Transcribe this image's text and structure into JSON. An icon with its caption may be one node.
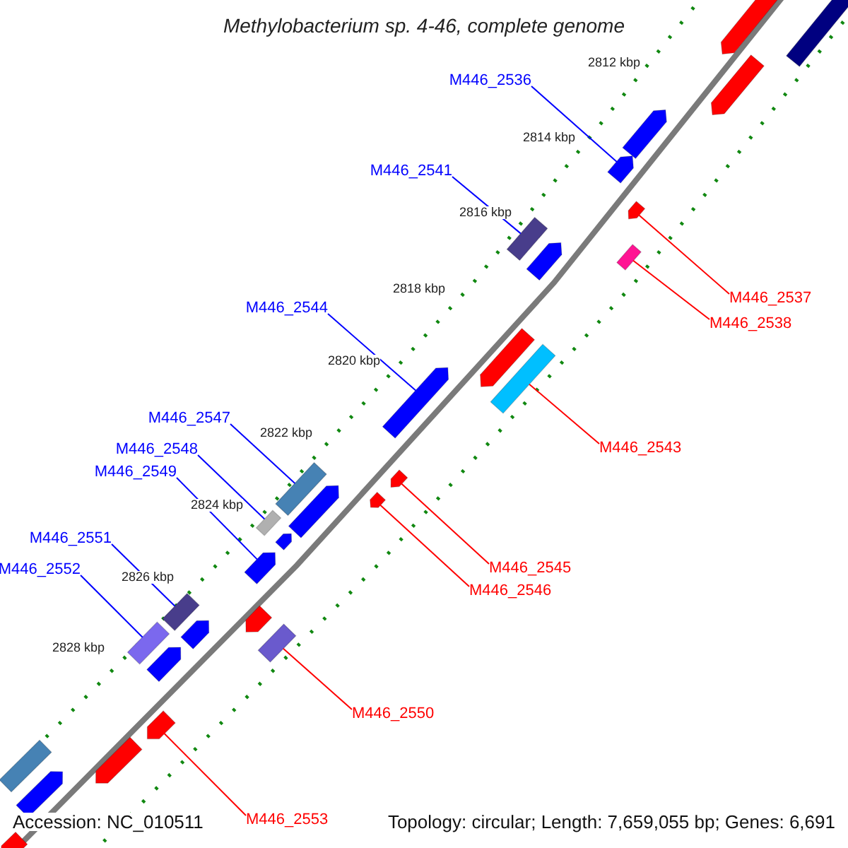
{
  "diagram": {
    "title": "Methylobacterium sp. 4-46, complete genome",
    "nodes": [
      {
        "text": [
          "M446_2536"
        ]
      },
      {
        "text": [],
        "shape": "box"
      },
      {
        "text": [
          "M446_2541"
        ]
      },
      {
        "text": [],
        "shape": "box"
      },
      {
        "text": [
          "M446_2537"
        ]
      },
      {
        "text": [],
        "shape": "box"
      },
      {
        "text": [
          "M446_2538"
        ]
      },
      {
        "text": [],
        "shape": "box"
      },
      {
        "text": [
          "M446_2544"
        ]
      },
      {
        "text": [],
        "shape": "box"
      },
      {
        "text": [
          "M446_2547"
        ]
      },
      {
        "text": [],
        "shape": "box"
      },
      {
        "text": [
          "M446_2548"
        ]
      },
      {
        "text": [],
        "shape": "box"
      },
      {
        "text": [
          "M446_2543"
        ]
      },
      {
        "text": [],
        "shape": "box"
      },
      {
        "text": [
          "M446_2549"
        ]
      },
      {
        "text": [],
        "shape": "box"
      },
      {
        "text": [
          "M446_2551"
        ]
      },
      {
        "text": [],
        "shape": "box"
      },
      {
        "text": [
          "M446_2545"
        ]
      },
      {
        "text": [],
        "shape": "box"
      },
      {
        "text": [
          "M446_2552"
        ]
      },
      {
        "text": [],
        "shape": "box"
      },
      {
        "text": [
          "M446_2546"
        ]
      },
      {
        "text": [],
        "shape": "box"
      },
      {
        "text": [
          "M446_2550"
        ]
      },
      {
        "text": [],
        "shape": "box"
      },
      {
        "text": [
          "M446_2553"
        ]
      },
      {
        "text": [],
        "shape": "box"
      },
      {
        "text": [],
        "shape": "box"
      },
      {
        "text": [],
        "shape": "box"
      },
      {
        "text": [],
        "shape": "box"
      },
      {
        "text": [],
        "shape": "box"
      },
      {
        "text": [],
        "shape": "box"
      },
      {
        "text": [],
        "shape": "box"
      },
      {
        "text": [],
        "shape": "box"
      },
      {
        "text": [],
        "shape": "box"
      },
      {
        "text": [],
        "shape": "box"
      },
      {
        "text": [],
        "shape": "box"
      },
      {
        "text": [],
        "shape": "box"
      },
      {
        "text": [],
        "shape": "box"
      },
      {
        "text": [],
        "shape": "box"
      },
      {
        "text": [],
        "shape": "box"
      },
      {
        "text": [],
        "shape": "box"
      }
    ],
    "edges": [
      {
        "from": 0,
        "to": 1,
        "arrow": "none"
      },
      {
        "from": 2,
        "to": 3,
        "arrow": "none"
      },
      {
        "from": 4,
        "to": 5,
        "arrow": "none",
        "color": "#ff0000"
      },
      {
        "from": 6,
        "to": 7,
        "arrow": "none",
        "color": "#ff0000"
      },
      {
        "from": 8,
        "to": 9,
        "arrow": "none"
      },
      {
        "from": 10,
        "to": 11,
        "arrow": "none"
      },
      {
        "from": 12,
        "to": 13,
        "arrow": "none"
      },
      {
        "from": 14,
        "to": 15,
        "arrow": "none",
        "color": "#ff0000"
      },
      {
        "from": 16,
        "to": 17,
        "arrow": "none"
      },
      {
        "from": 18,
        "to": 19,
        "arrow": "none"
      },
      {
        "from": 20,
        "to": 21,
        "arrow": "none",
        "color": "#ff0000"
      },
      {
        "from": 22,
        "to": 23,
        "arrow": "none"
      },
      {
        "from": 24,
        "to": 25,
        "arrow": "none",
        "color": "#ff0000"
      },
      {
        "from": 26,
        "to": 27,
        "arrow": "none",
        "color": "#ff0000"
      },
      {
        "from": 28,
        "to": 29,
        "arrow": "none",
        "color": "#ff0000"
      }
    ],
    "labels": [
      "2812 kbp",
      "2814 kbp",
      "2816 kbp",
      "2818 kbp",
      "2820 kbp",
      "2822 kbp",
      "2824 kbp",
      "2826 kbp",
      "2828 kbp",
      "Accession: NC_010511",
      "Topology: circular; Length: 7,659,055 bp; Genes: 6,691"
    ]
  }
}
